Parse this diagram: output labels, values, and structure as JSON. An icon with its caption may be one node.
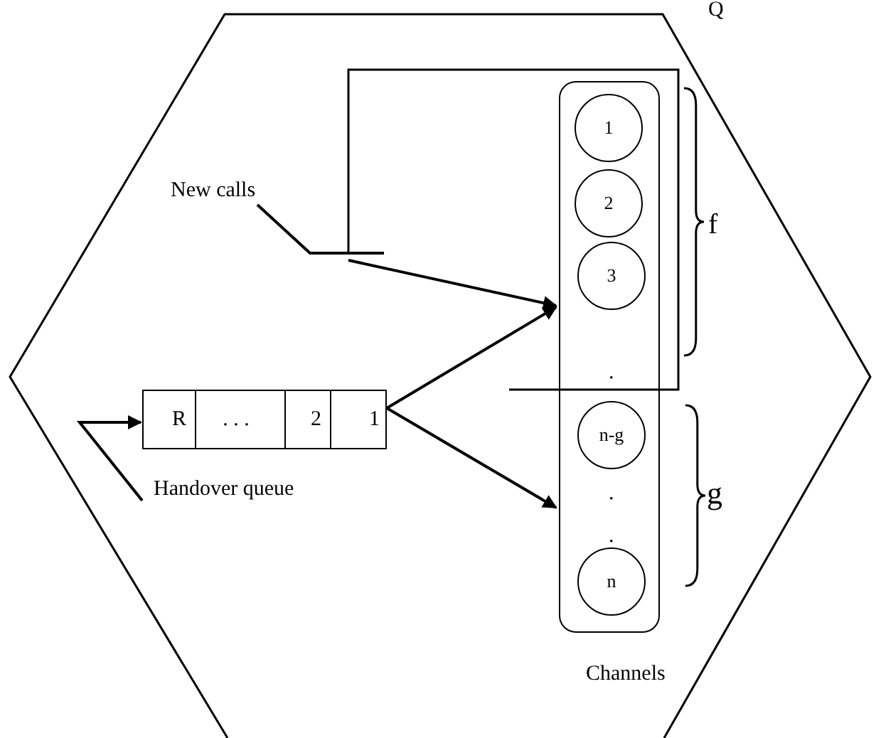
{
  "diagram": {
    "nodes": [
      {
        "text": [
          "Channels"
        ]
      },
      {
        "text": [
          "1"
        ],
        "in": 0
      },
      {
        "text": [
          "2"
        ],
        "in": 0
      },
      {
        "text": [
          "3"
        ],
        "in": 0
      },
      {
        "text": [
          "n-g"
        ],
        "in": 0
      },
      {
        "text": [
          "n"
        ],
        "in": 0
      },
      {
        "text": [
          "R",
          ". . .",
          "2",
          "1"
        ],
        "beside": [
          "Handover queue"
        ]
      },
      {
        "text": [
          "New calls"
        ]
      }
    ],
    "edges": [
      {
        "from": 7,
        "to": 0,
        "arrow": "to"
      },
      {
        "from": 6,
        "to": 0,
        "arrow": "to"
      },
      {
        "from": 6,
        "to": 0,
        "arrow": "to"
      },
      {
        "from": null,
        "to": 6,
        "arrow": "to"
      }
    ],
    "labels": [
      "Q",
      "f",
      ".",
      "g",
      ".",
      "."
    ]
  }
}
